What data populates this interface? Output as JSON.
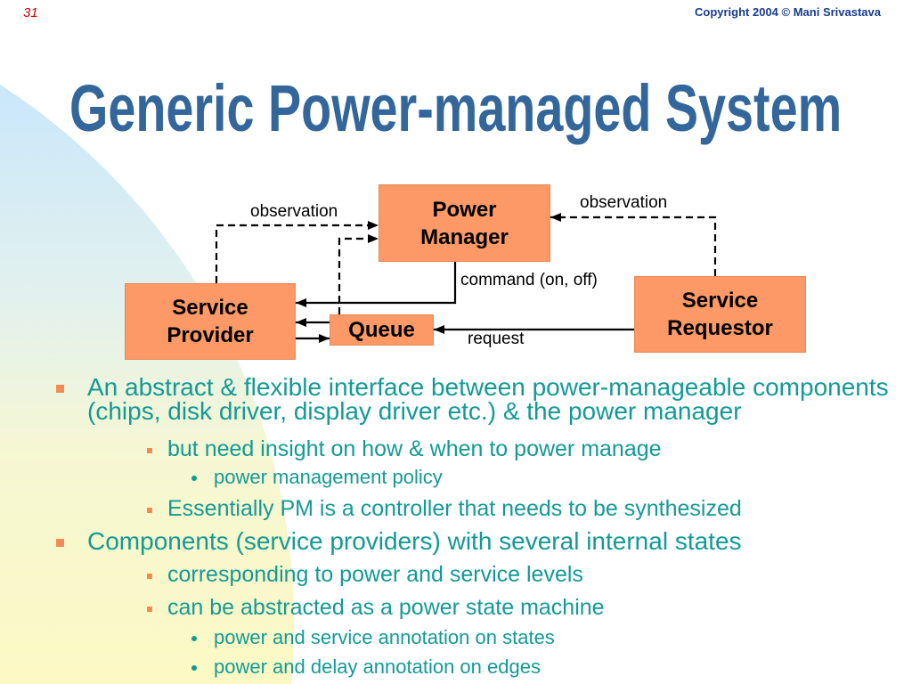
{
  "colors": {
    "title": "#33669b",
    "text": "#139a95",
    "box_fill": "#fd9966",
    "bullet_marker": "#f28c55",
    "page_number": "#cc0000",
    "copyright": "#1a3a8f"
  },
  "slide": {
    "page_number": "31",
    "copyright": "Copyright 2004 © Mani Srivastava",
    "title": "Generic Power-managed System"
  },
  "diagram": {
    "power_manager": [
      "Power",
      "Manager"
    ],
    "service_provider": [
      "Service",
      "Provider"
    ],
    "service_requestor": [
      "Service",
      "Requestor"
    ],
    "queue": "Queue",
    "labels": {
      "observation_from_provider": "observation",
      "observation_from_requestor": "observation",
      "command": "command (on, off)",
      "request": "request"
    }
  },
  "bullets": [
    {
      "text": "An abstract & flexible interface between power-manageable components (chips, disk driver, display driver etc.) & the power manager",
      "children": [
        {
          "text": "but need insight on how & when to power manage",
          "children": [
            {
              "text": "power management policy"
            }
          ]
        },
        {
          "text": "Essentially PM is a controller that needs to be synthesized"
        }
      ]
    },
    {
      "text": "Components (service providers) with several internal states",
      "children": [
        {
          "text": "corresponding to power and service levels"
        },
        {
          "text": "can be abstracted as a power state machine",
          "children": [
            {
              "text": "power and service annotation on states"
            },
            {
              "text": "power and delay annotation on edges"
            }
          ]
        }
      ]
    }
  ]
}
